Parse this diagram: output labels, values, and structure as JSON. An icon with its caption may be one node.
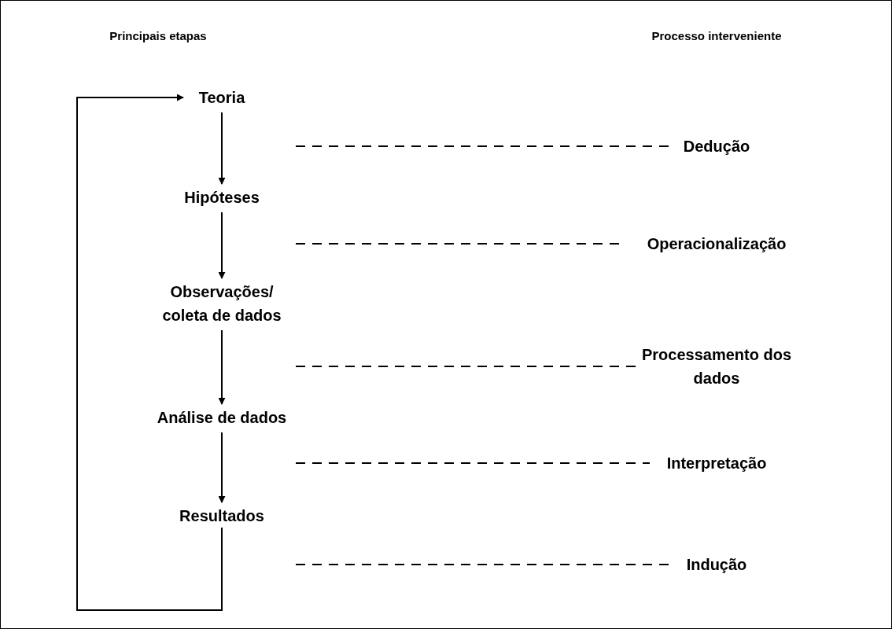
{
  "diagram": {
    "nodes": [
      {
        "text": [
          "Teoria"
        ]
      },
      {
        "text": [
          "Hipóteses"
        ]
      },
      {
        "text": [
          "Observações/ coleta de dados"
        ]
      },
      {
        "text": [
          "Análise de dados"
        ]
      },
      {
        "text": [
          "Resultados"
        ]
      },
      {
        "text": [
          "Dedução"
        ]
      },
      {
        "text": [
          "Operacionalização"
        ]
      },
      {
        "text": [
          "Processamento dos dados"
        ]
      },
      {
        "text": [
          "Interpretação"
        ]
      },
      {
        "text": [
          "Indução"
        ]
      }
    ],
    "edges": [
      {
        "from": 0,
        "to": 1,
        "arrow": "to"
      },
      {
        "from": 1,
        "to": 2,
        "arrow": "to"
      },
      {
        "from": 2,
        "to": 3,
        "arrow": "to"
      },
      {
        "from": 3,
        "to": 4,
        "arrow": "to"
      },
      {
        "from": 4,
        "to": 0,
        "arrow": "to"
      },
      {
        "from": null,
        "to": 5,
        "arrow": "none",
        "style": "dashed"
      },
      {
        "from": null,
        "to": 6,
        "arrow": "none",
        "style": "dashed"
      },
      {
        "from": null,
        "to": 7,
        "arrow": "none",
        "style": "dashed"
      },
      {
        "from": null,
        "to": 8,
        "arrow": "none",
        "style": "dashed"
      },
      {
        "from": null,
        "to": 9,
        "arrow": "none",
        "style": "dashed"
      }
    ],
    "labels": [
      "Principais etapas",
      "Processo interveniente"
    ]
  }
}
